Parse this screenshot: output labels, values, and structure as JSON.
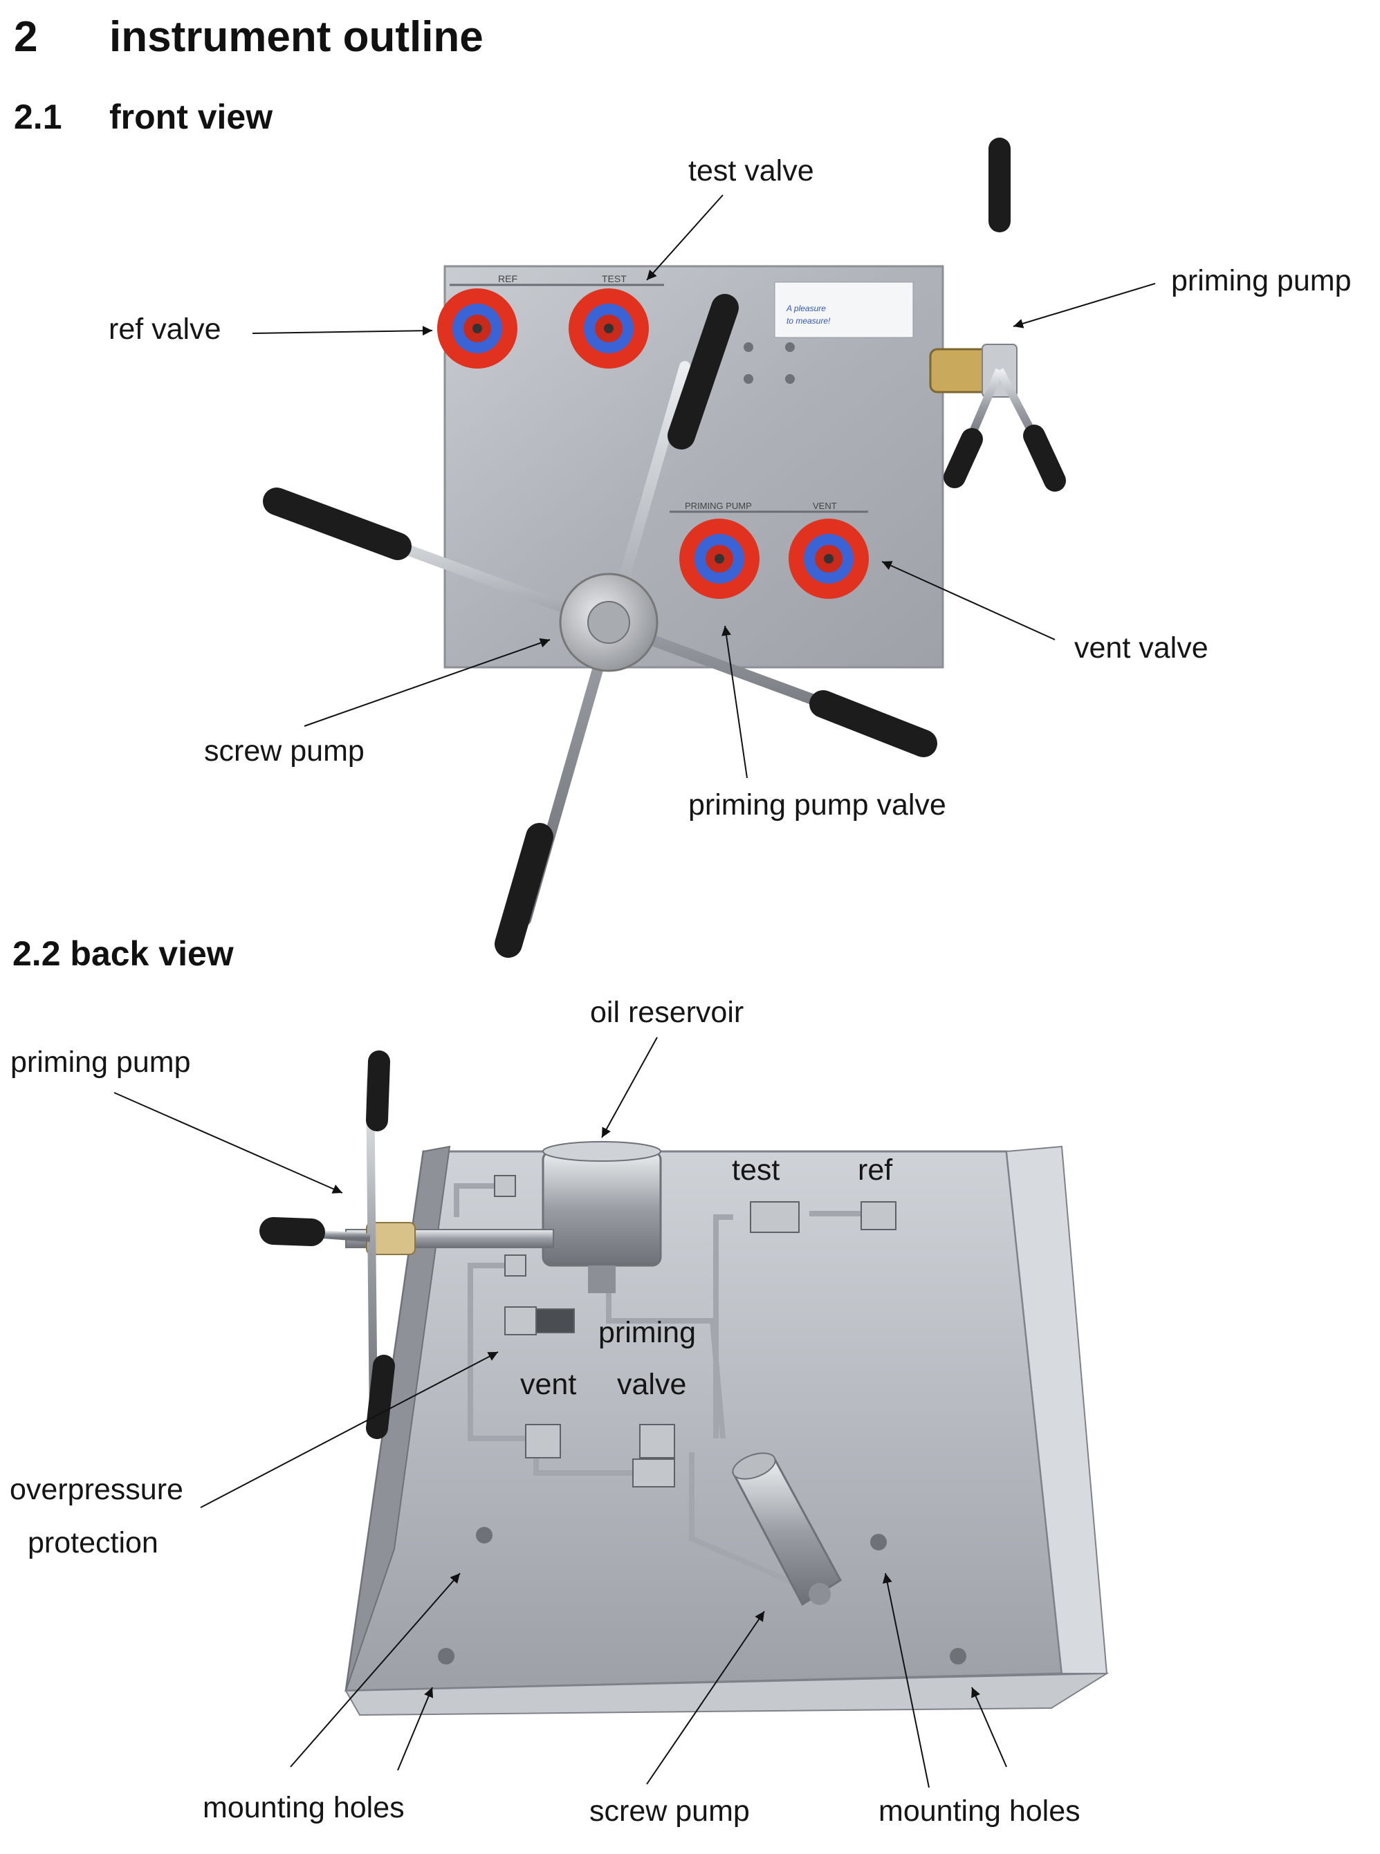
{
  "section": {
    "number": "2",
    "title": "instrument outline"
  },
  "front": {
    "number": "2.1",
    "title": "front view",
    "labels": {
      "test_valve": "test valve",
      "ref_valve": "ref valve",
      "priming_pump": "priming pump",
      "vent_valve": "vent valve",
      "screw_pump": "screw pump",
      "priming_pump_valve": "priming pump valve"
    },
    "panel_markings": {
      "ref": "REF",
      "test": "TEST",
      "priming": "PRIMING PUMP",
      "vent": "VENT"
    },
    "plate_text": {
      "line1": "A pleasure",
      "line2": "to measure!"
    }
  },
  "back": {
    "title": "2.2 back view",
    "labels": {
      "oil_reservoir": "oil reservoir",
      "priming_pump": "priming pump",
      "test": "test",
      "ref": "ref",
      "priming": "priming",
      "vent": "vent",
      "valve": "valve",
      "overpressure_1": "overpressure",
      "overpressure_2": "protection",
      "mounting_holes_left": "mounting holes",
      "screw_pump": "screw pump",
      "mounting_holes_right": "mounting holes"
    }
  },
  "colors": {
    "valve_red": "#e0321f",
    "valve_blue": "#3a63d6",
    "steel": "#b9bcc1",
    "grip": "#1c1c1c"
  }
}
